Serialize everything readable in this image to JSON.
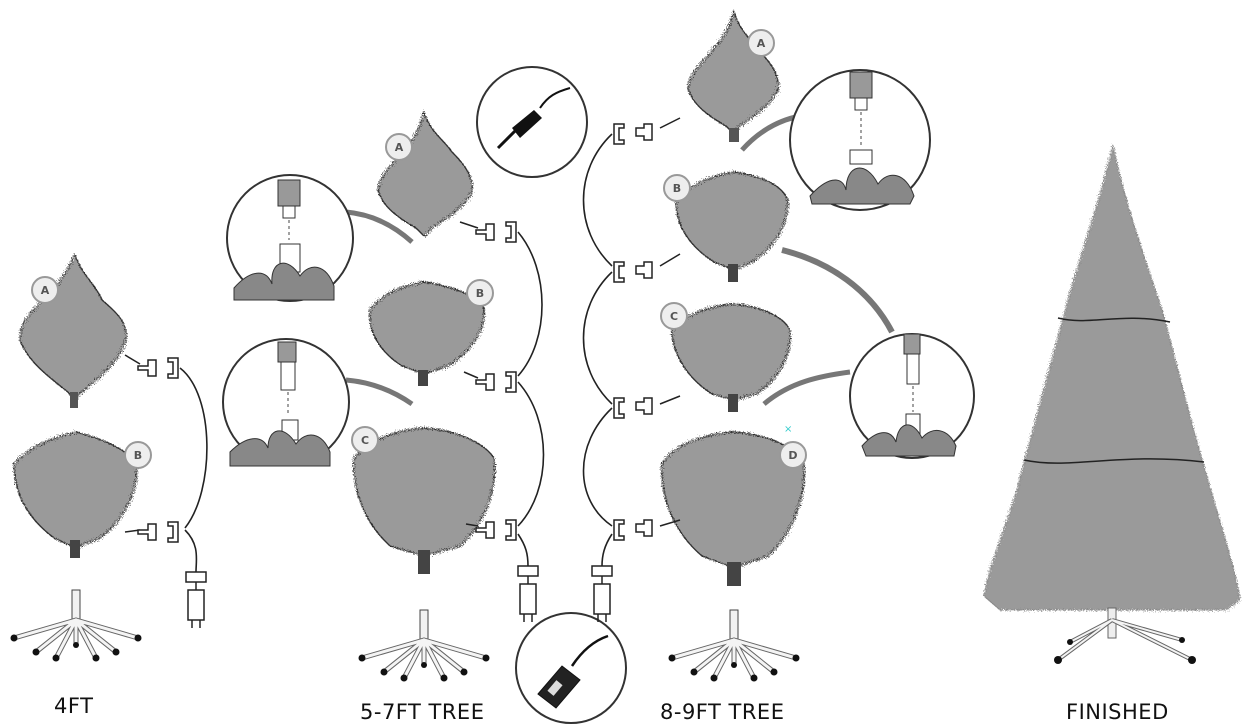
{
  "captions": {
    "four_ft": "4FT",
    "five_seven": "5-7FT TREE",
    "eight_nine": "8-9FT TREE",
    "finished": "FINISHED"
  },
  "section_labels": {
    "a": "A",
    "b": "B",
    "c": "C",
    "d": "D"
  },
  "colors": {
    "foliage": "#9a9a9a",
    "outline": "#333333",
    "line": "#222222",
    "background": "#ffffff"
  },
  "icons": [
    "tree-section-icon",
    "tree-stand-icon",
    "light-connector-icon",
    "power-plug-icon",
    "pole-insert-detail-icon",
    "power-adapter-icon"
  ]
}
